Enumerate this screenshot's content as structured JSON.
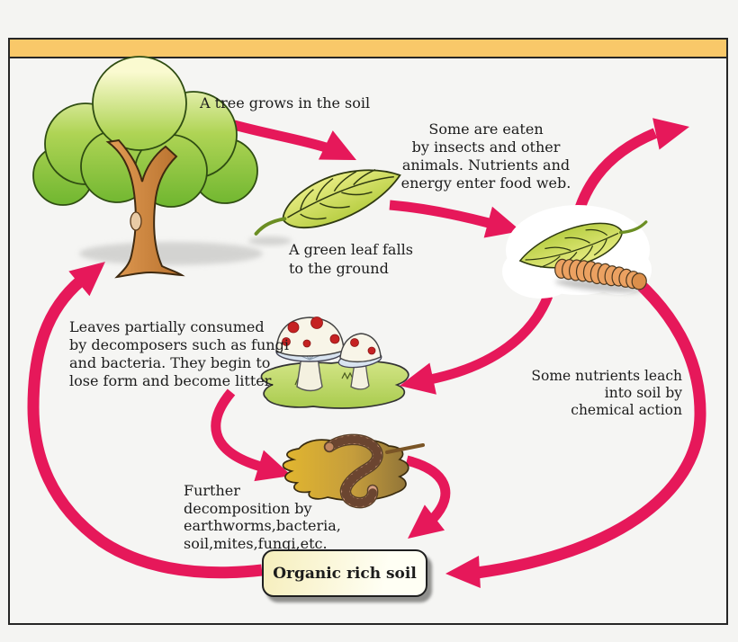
{
  "frame": {
    "top_bar_color": "#F9C869",
    "border_color": "#262626",
    "background_color": "#F5F5F3",
    "arrow_color": "#E6185A"
  },
  "labels": {
    "tree": "A tree grows in the soil",
    "eaten": "Some are eaten\nby insects and other\nanimals. Nutrients and\nenergy enter food web.",
    "leaf_falls": "A green leaf falls\nto the ground",
    "decomposers": "Leaves partially consumed\nby decomposers such as fungi\nand bacteria. They begin to\nlose form and become litter.",
    "leach": "Some nutrients leach\ninto soil by\nchemical action",
    "further": "Further\ndecomposition by\nearthworms,bacteria,\nsoil,mites,fungi,etc.",
    "soil_box": "Organic rich soil"
  },
  "illustration_colors": {
    "canopy_top": "#FAFAD0",
    "canopy_bottom": "#6DB52E",
    "trunk_light": "#E09A52",
    "trunk_dark": "#B56F2C",
    "leaf_light": "#E7EC82",
    "leaf_dark": "#B9CF45",
    "mushroom_cap": "#F8F5E8",
    "mushroom_spot": "#C52222",
    "splat_green": "#C3DC6E",
    "litter_yellow": "#E2B62F",
    "litter_brown": "#8F7338",
    "worm_skin": "#D8A183",
    "caterpillar_skin": "#EBA161"
  }
}
